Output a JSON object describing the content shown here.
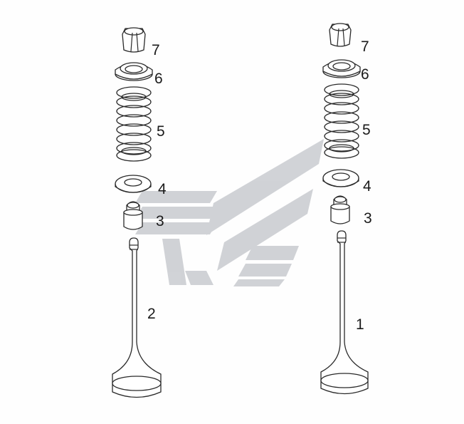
{
  "diagram": {
    "left_assembly": {
      "callouts": {
        "keeper": "7",
        "retainer": "6",
        "spring": "5",
        "spring_seat": "4",
        "stem_seal": "3",
        "valve": "2"
      }
    },
    "right_assembly": {
      "callouts": {
        "keeper": "7",
        "retainer": "6",
        "spring": "5",
        "spring_seat": "4",
        "stem_seal": "3",
        "valve": "1"
      }
    }
  },
  "colors": {
    "line": "#2a2a2a",
    "watermark": "#c8cacf"
  }
}
